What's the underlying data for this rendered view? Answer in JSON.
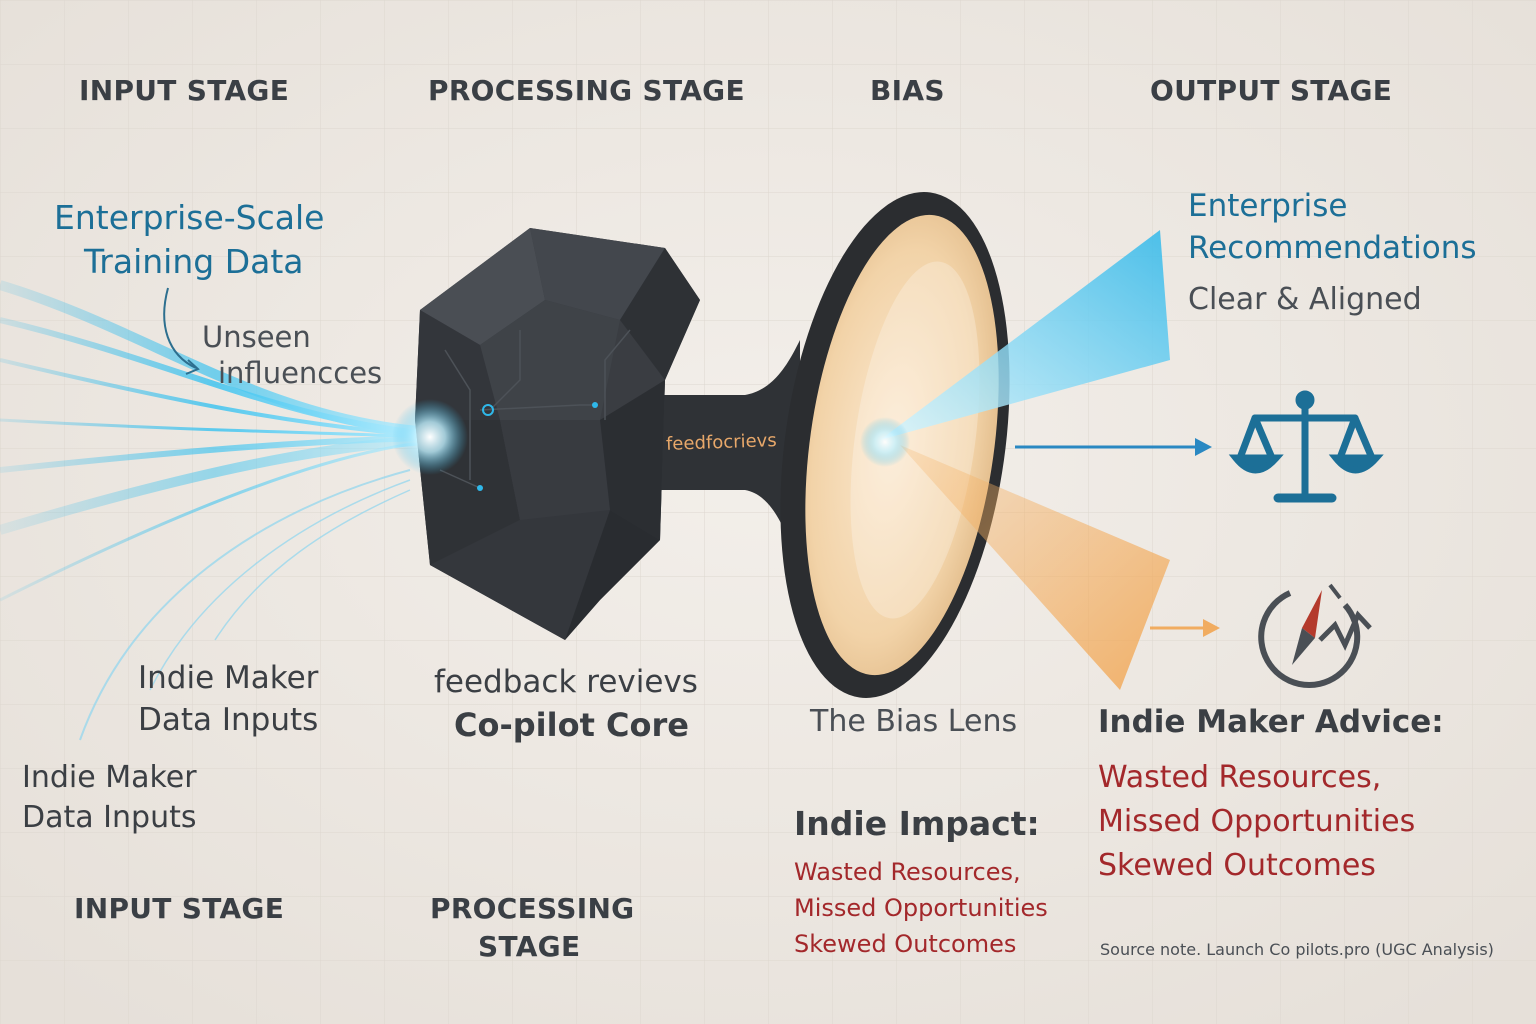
{
  "headers": {
    "input": "INPUT STAGE",
    "processing": "PROCESSING STAGE",
    "bias": "BIAS",
    "output": "OUTPUT STAGE"
  },
  "footers": {
    "input": "INPUT STAGE",
    "processing_line1": "PROCESSING",
    "processing_line2": "STAGE"
  },
  "input": {
    "training_line1": "Enterprise-Scale",
    "training_line2": "Training Data",
    "unseen_line1": "Unseen",
    "unseen_line2": "influencces",
    "indie_primary_line1": "Indie Maker",
    "indie_primary_line2": "Data Inputs",
    "indie_secondary_line1": "Indie Maker",
    "indie_secondary_line2": "Data Inputs"
  },
  "core": {
    "side_label": "feedfocrievs",
    "title_line1": "feedback revievs",
    "title_line2": "Co-pilot Core"
  },
  "lens": {
    "label": "The Bias Lens",
    "impact_title": "Indie Impact:",
    "impact_items": [
      "Wasted Resources,",
      "Missed Opportunities",
      "Skewed Outcomes"
    ]
  },
  "output": {
    "enterprise_line1": "Enterprise",
    "enterprise_line2": "Recommendations",
    "enterprise_sub": "Clear & Aligned",
    "indie_title": "Indie Maker Advice:",
    "indie_items": [
      "Wasted Resources,",
      "Missed Opportunities",
      "Skewed Outcomes"
    ]
  },
  "icons": {
    "enterprise": "balance-scale-icon",
    "indie": "broken-compass-icon"
  },
  "source_note": "Source note. Launch Co pilots.pro (UGC Analysis)",
  "colors": {
    "enterprise_blue": "#1c6f97",
    "stream_cyan": "#2fb8ea",
    "warning_red": "#a3282b",
    "bias_orange": "#f2a24a",
    "core_dark": "#3a3d42"
  }
}
